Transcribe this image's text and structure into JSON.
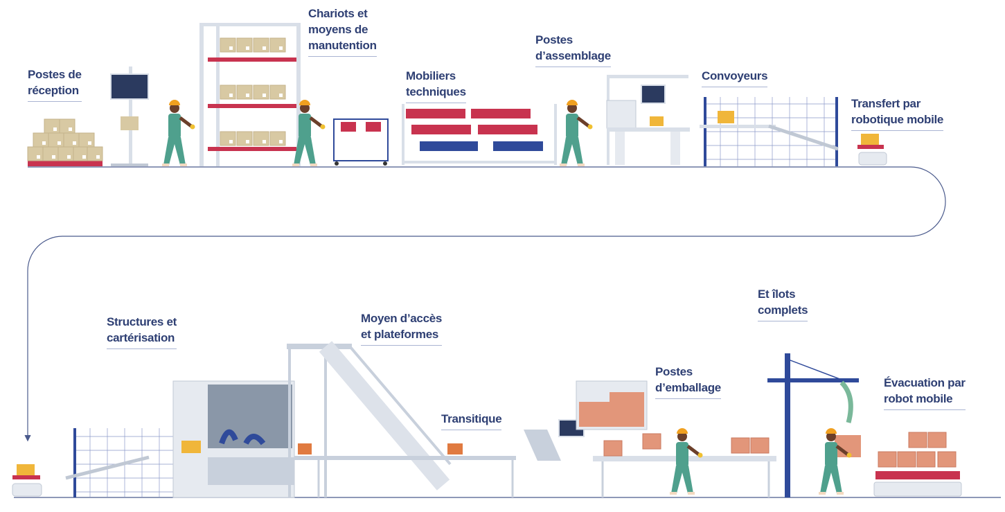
{
  "colors": {
    "label": "#2e3f73",
    "path": "#4a5a8c",
    "box": "#d8c9a3",
    "pallet": "#c8334f",
    "steel": "#d9dfe8",
    "worker": "#4fa08d",
    "fence": "#2f4a9a",
    "orange": "#e0a080"
  },
  "labels": {
    "reception": [
      "Postes de",
      "réception"
    ],
    "chariots": [
      "Chariots et",
      "moyens de",
      "manutention"
    ],
    "mobiliers": [
      "Mobiliers",
      "techniques"
    ],
    "assemblage": [
      "Postes",
      "d’assemblage"
    ],
    "convoyeurs": [
      "Convoyeurs"
    ],
    "transfert": [
      "Transfert par",
      "robotique mobile"
    ],
    "structures": [
      "Structures et",
      "cartérisation"
    ],
    "acces": [
      "Moyen d’accès",
      "et plateformes"
    ],
    "transitique": [
      "Transitique"
    ],
    "emballage": [
      "Postes",
      "d’emballage"
    ],
    "ilots": [
      "Et îlots",
      "complets"
    ],
    "evacuation": [
      "Évacuation par",
      "robot mobile"
    ]
  }
}
